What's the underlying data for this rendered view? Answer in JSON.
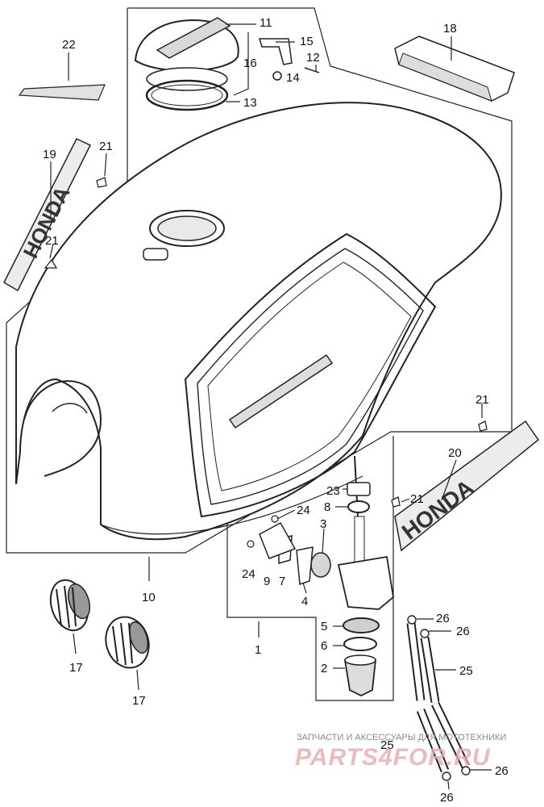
{
  "labels": {
    "l1": "1",
    "l2": "2",
    "l3": "3",
    "l4": "4",
    "l5": "5",
    "l6": "6",
    "l7": "7",
    "l8": "8",
    "l9": "9",
    "l10": "10",
    "l11": "11",
    "l12": "12",
    "l13": "13",
    "l14": "14",
    "l15": "15",
    "l16": "16",
    "l17a": "17",
    "l17b": "17",
    "l18": "18",
    "l19": "19",
    "l20": "20",
    "l21a": "21",
    "l21b": "21",
    "l21c": "21",
    "l21d": "21",
    "l22": "22",
    "l23": "23",
    "l24a": "24",
    "l24b": "24",
    "l25a": "25",
    "l25b": "25",
    "l26a": "26",
    "l26b": "26",
    "l26c": "26",
    "l26d": "26"
  },
  "emblem_left": "HONDA",
  "emblem_right": "HONDA",
  "watermark": {
    "line1": "ЗАПЧАСТИ И АКСЕССУАРЫ ДЛЯ МОТОТЕХНИКИ",
    "line2": "PARTS4FOR.RU"
  }
}
